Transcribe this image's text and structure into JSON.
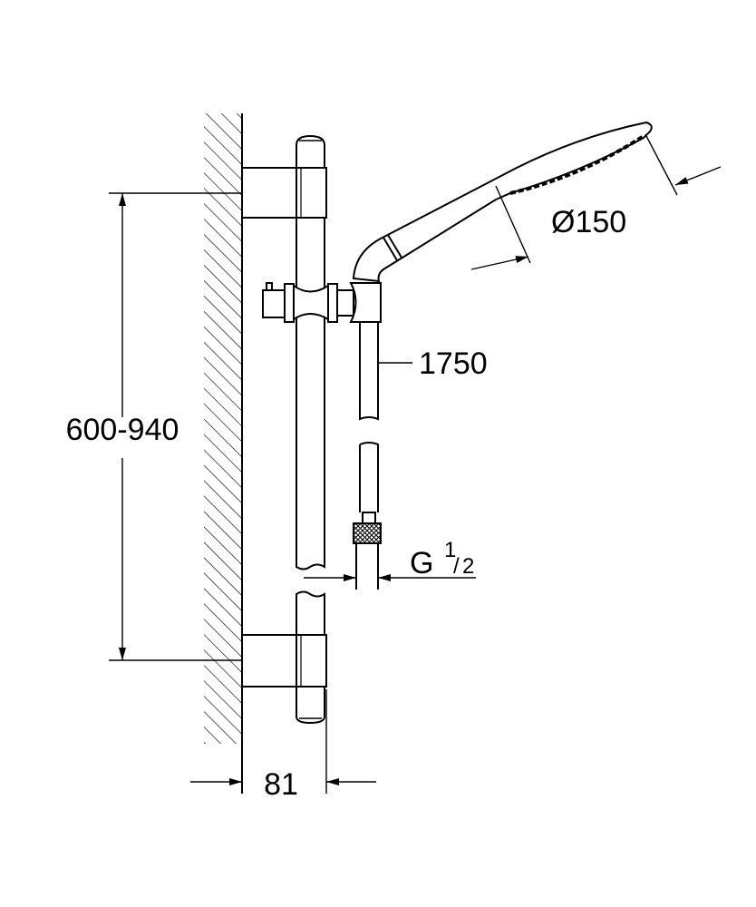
{
  "drawing": {
    "title": "Shower rail set dimension drawing",
    "dimensions": {
      "rail_spacing": "600-940",
      "hose_length": "1750",
      "head_diameter": "Ø150",
      "wall_offset": "81",
      "thread_letter": "G",
      "thread_num": "1",
      "thread_den": "2"
    }
  }
}
